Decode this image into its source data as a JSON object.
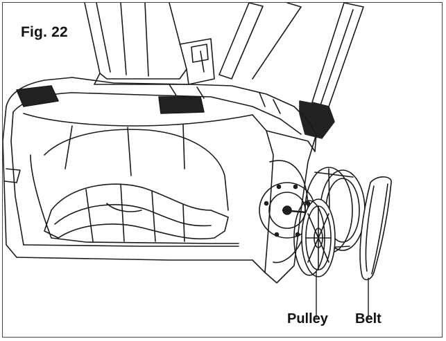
{
  "figure": {
    "label": "Fig. 22"
  },
  "callouts": {
    "pulley": "Pulley",
    "belt": "Belt"
  },
  "colors": {
    "line": "#1a1a1a",
    "shade": "#d9d9d9",
    "background": "#ffffff"
  },
  "icons": {
    "snow-thrower-housing": "line drawing",
    "pulley-wheel": "line drawing",
    "drive-belt": "line drawing"
  }
}
